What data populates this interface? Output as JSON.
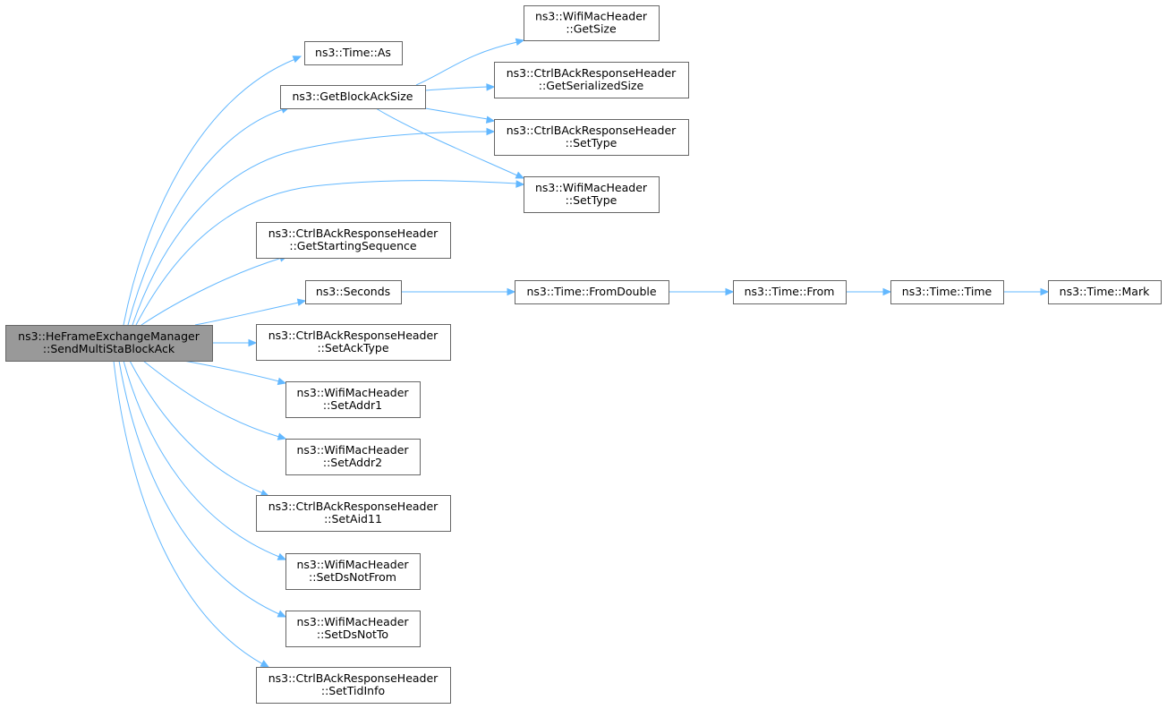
{
  "graph": {
    "nodes": [
      {
        "id": "root",
        "lines": [
          "ns3::HeFrameExchangeManager",
          "::SendMultiStaBlockAck"
        ],
        "root": true
      },
      {
        "id": "time_as",
        "lines": [
          "ns3::Time::As"
        ]
      },
      {
        "id": "getblockacksize",
        "lines": [
          "ns3::GetBlockAckSize"
        ]
      },
      {
        "id": "wmh_getsize",
        "lines": [
          "ns3::WifiMacHeader",
          "::GetSize"
        ]
      },
      {
        "id": "cbar_getserializedsize",
        "lines": [
          "ns3::CtrlBAckResponseHeader",
          "::GetSerializedSize"
        ]
      },
      {
        "id": "cbar_settype",
        "lines": [
          "ns3::CtrlBAckResponseHeader",
          "::SetType"
        ]
      },
      {
        "id": "wmh_settype",
        "lines": [
          "ns3::WifiMacHeader",
          "::SetType"
        ]
      },
      {
        "id": "cbar_getstartingsequence",
        "lines": [
          "ns3::CtrlBAckResponseHeader",
          "::GetStartingSequence"
        ]
      },
      {
        "id": "seconds",
        "lines": [
          "ns3::Seconds"
        ]
      },
      {
        "id": "time_fromdouble",
        "lines": [
          "ns3::Time::FromDouble"
        ]
      },
      {
        "id": "time_from",
        "lines": [
          "ns3::Time::From"
        ]
      },
      {
        "id": "time_time",
        "lines": [
          "ns3::Time::Time"
        ]
      },
      {
        "id": "time_mark",
        "lines": [
          "ns3::Time::Mark"
        ]
      },
      {
        "id": "cbar_setacktype",
        "lines": [
          "ns3::CtrlBAckResponseHeader",
          "::SetAckType"
        ]
      },
      {
        "id": "wmh_setaddr1",
        "lines": [
          "ns3::WifiMacHeader",
          "::SetAddr1"
        ]
      },
      {
        "id": "wmh_setaddr2",
        "lines": [
          "ns3::WifiMacHeader",
          "::SetAddr2"
        ]
      },
      {
        "id": "cbar_setaid11",
        "lines": [
          "ns3::CtrlBAckResponseHeader",
          "::SetAid11"
        ]
      },
      {
        "id": "wmh_setdsnotfrom",
        "lines": [
          "ns3::WifiMacHeader",
          "::SetDsNotFrom"
        ]
      },
      {
        "id": "wmh_setdsnotto",
        "lines": [
          "ns3::WifiMacHeader",
          "::SetDsNotTo"
        ]
      },
      {
        "id": "cbar_settidinfo",
        "lines": [
          "ns3::CtrlBAckResponseHeader",
          "::SetTidInfo"
        ]
      }
    ],
    "edges": [
      {
        "from": "root",
        "to": "time_as"
      },
      {
        "from": "root",
        "to": "getblockacksize"
      },
      {
        "from": "root",
        "to": "cbar_settype"
      },
      {
        "from": "root",
        "to": "wmh_settype"
      },
      {
        "from": "root",
        "to": "cbar_getstartingsequence"
      },
      {
        "from": "root",
        "to": "seconds"
      },
      {
        "from": "root",
        "to": "cbar_setacktype"
      },
      {
        "from": "root",
        "to": "wmh_setaddr1"
      },
      {
        "from": "root",
        "to": "wmh_setaddr2"
      },
      {
        "from": "root",
        "to": "cbar_setaid11"
      },
      {
        "from": "root",
        "to": "wmh_setdsnotfrom"
      },
      {
        "from": "root",
        "to": "wmh_setdsnotto"
      },
      {
        "from": "root",
        "to": "cbar_settidinfo"
      },
      {
        "from": "getblockacksize",
        "to": "wmh_getsize"
      },
      {
        "from": "getblockacksize",
        "to": "cbar_getserializedsize"
      },
      {
        "from": "getblockacksize",
        "to": "cbar_settype"
      },
      {
        "from": "getblockacksize",
        "to": "wmh_settype"
      },
      {
        "from": "seconds",
        "to": "time_fromdouble"
      },
      {
        "from": "time_fromdouble",
        "to": "time_from"
      },
      {
        "from": "time_from",
        "to": "time_time"
      },
      {
        "from": "time_time",
        "to": "time_mark"
      }
    ],
    "colors": {
      "edge": "#63b8ff",
      "node_border": "#666666",
      "root_fill": "#999999",
      "node_fill": "#ffffff"
    }
  }
}
